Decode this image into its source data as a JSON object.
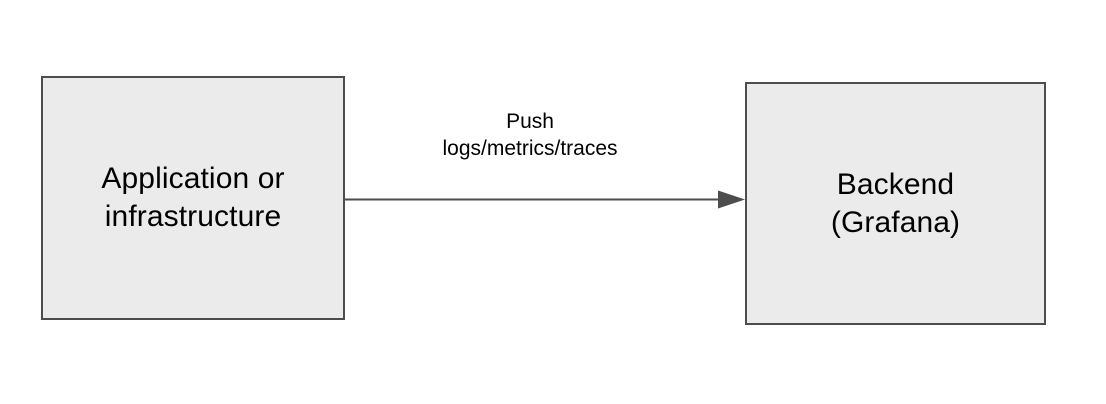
{
  "diagram": {
    "type": "flow",
    "background_color": "#ffffff",
    "node_fill_color": "#ebebeb",
    "node_border_color": "#4d4d4d",
    "edge_color": "#4d4d4d",
    "text_color": "#000000",
    "nodes": [
      {
        "id": "source",
        "label_line1": "Application or",
        "label_line2": "infrastructure"
      },
      {
        "id": "backend",
        "label_line1": "Backend",
        "label_line2": "(Grafana)"
      }
    ],
    "edges": [
      {
        "id": "push",
        "from": "source",
        "to": "backend",
        "label_line1": "Push",
        "label_line2": "logs/metrics/traces",
        "arrowhead": "solid-triangle",
        "direction": "left-to-right"
      }
    ]
  }
}
